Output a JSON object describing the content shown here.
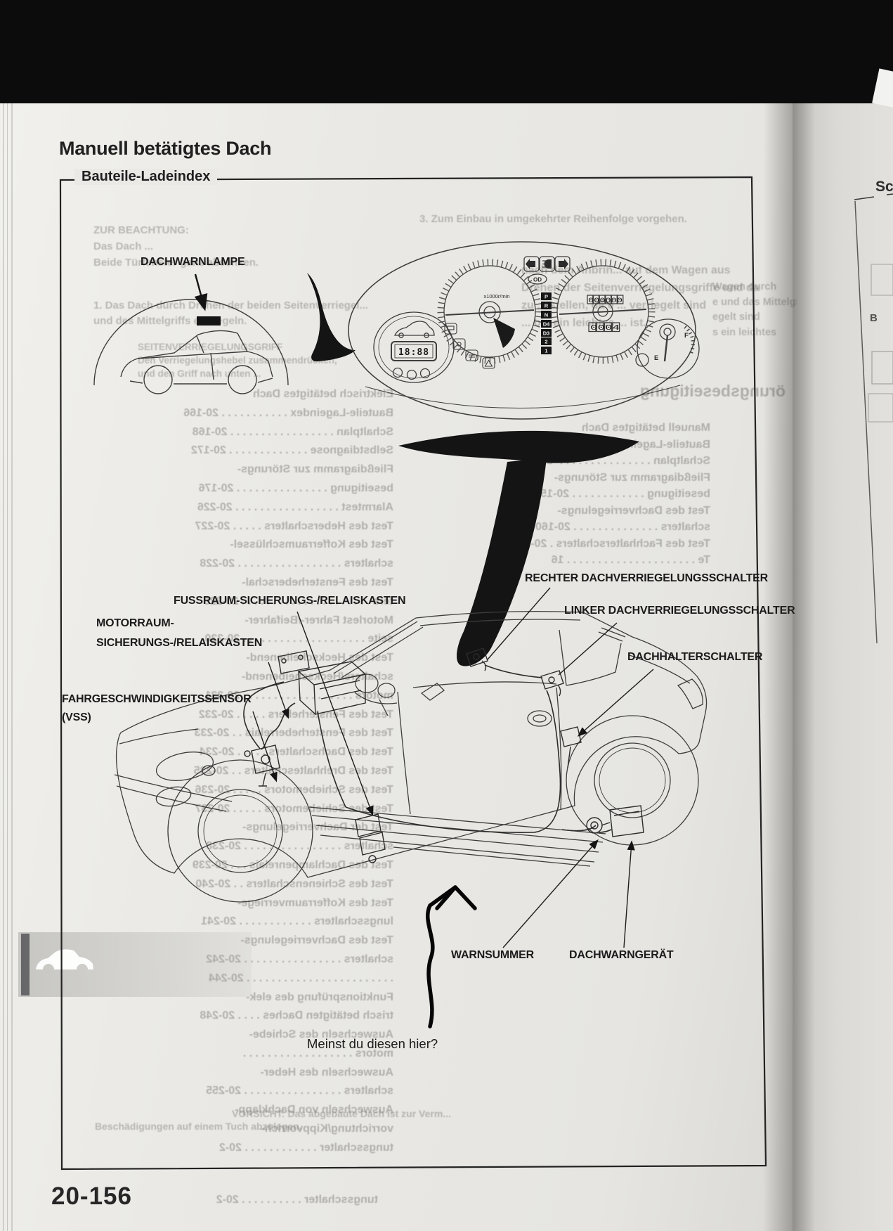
{
  "page": {
    "title": "Manuell betätigtes Dach",
    "figure_box_label": "Bauteile-Ladeindex",
    "page_number": "20-156",
    "annotation": "Meinst du diesen hier?"
  },
  "figure_labels": {
    "dachwarnlampe": "DACHWARNLAMPE",
    "fussraum": "FUSSRAUM-SICHERUNGS-/RELAISKASTEN",
    "motorraum_1": "MOTORRAUM-",
    "motorraum_2": "SICHERUNGS-/RELAISKASTEN",
    "vss_1": "FAHRGESCHWINDIGKEITSSENSOR",
    "vss_2": "(VSS)",
    "rechter": "RECHTER DACHVERRIEGELUNGSSCHALTER",
    "linker": "LINKER DACHVERRIEGELUNGSSCHALTER",
    "dachhalter": "DACHHALTERSCHALTER",
    "warnsummer": "WARNSUMMER",
    "dachwarngeraet": "DACHWARNGERÄT"
  },
  "cluster": {
    "tach_label": "x1000r/min",
    "gears": [
      "P",
      "R",
      "N",
      "D4",
      "D3",
      "2",
      "1"
    ],
    "od_badge": "OD",
    "odometer": "000000",
    "trip": "0004",
    "clock": "18:88",
    "fuel_full": "F",
    "fuel_empty": "E"
  },
  "faint": {
    "note_block": [
      "ZUR BEACHTUNG:",
      "Das Dach ...",
      "Beide Türfenster ganz absenken."
    ],
    "step1_block": [
      "1.   Das Dach durch Drehen der beiden Seitenverriegel...",
      "      und des Mittelgriffs entriegeln."
    ],
    "step3_block": [
      "3.   Zum Einbau in umgekehrter Reihenfolge vorgehen."
    ],
    "grip_block": [
      "SEITENVERRIEGELUNGSGRIFF",
      "Den Verriegelungshebel zusammendrücken,",
      "und den Griff nach unten ..."
    ],
    "cluster_block": [
      "nach dem Anbrin... auf dem Wagen aus",
      "Drehen der Seitenverriegelungsgriffe und das Mittelgri...",
      "zu ... stellen, da 0 ... verriegelt sind",
      "... bis ein leichtes ... ist."
    ],
    "margin_block": [
      "Wagen durch",
      "e und das Mittelgri",
      "egelt sind",
      "s  ein  leichtes"
    ],
    "caution_1": "VORSICHT: Das abgebaute Dach ist zur Verm...",
    "caution_2": "Beschädigungen auf einem Tuch abzulegen."
  },
  "bleed": {
    "heading": "örungsbeseitigung",
    "left": [
      "Elektrisch betätigtes Dach",
      "Bauteile-Lageindex . . . . . . . . . . . 20-166",
      "Schaltplan . . . . . . . . . . . . . . . . . 20-168",
      "Selbstdiagnose . . . . . . . . . . . . . 20-172",
      "Fließdiagramm zur Störungs-",
      "beseitigung . . . . . . . . . . . . . . . 20-176",
      "Alarmtest . . . . . . . . . . . . . . . . . 20-226",
      "Test des Heberschalters . . . . . 20-227",
      "Test des Kofferraumschlüssel-",
      "schalters . . . . . . . . . . . . . . . . . 20-228",
      "Test des Fensterheberschal-",
      "ters . . . . . . . . . . . . . . . . . . . . . 20-229",
      "Motorlest Fahrer-/Beifahrer-",
      "seite . . . . . . . . . . . . . . . . . . . . 20-230",
      "Test des Heckscheibenend-",
      "schalters/Heckscheibenend-",
      "motors . . . . . . . . . . . . . . . . . . 20-231",
      "Test des Fensterhebers . . . . . 20-232",
      "Test des Fensterheberrelais . . 20-233",
      "Test des Dachschalters . . . . . 20-234",
      "Test des Drehhalteschalters . . 20-235",
      "Test des Schiebemotors . . . . . 20-236",
      "Test des Schiebemotors . . . . . 20-237",
      "Test der Dachverriegelungs-",
      "schalters . . . . . . . . . . . . . . . . 20-238",
      "Test des Dachlampenrelais . . . 20-239",
      "Test des Schienenschalters . . 20-240",
      "Test des Kofferraumverriege-",
      "lungsschalters . . . . . . . . . . . . 20-241",
      "Test des Dachverriegelungs-",
      "schalters . . . . . . . . . . . . . . . . 20-242",
      ". . . . . . . . . . . . . . . . . . . . . . . . 20-244",
      "Funktionsprüfung des elek-",
      "trisch betätigten Daches . . . . 20-248",
      "Auswechseln des Schiebe-",
      "motors . . . . . . . . . . . . . . . . . .",
      "Auswechseln des Heber-",
      "schalters . . . . . . . . . . . . . . . . 20-255",
      "Auswechseln von Dachklapp-",
      "vorrichtung/Kippvorrich-",
      "tungsschalter . . . . . . . . . . . . 20-2"
    ],
    "right": [
      "Manuell betätigtes Dach",
      "Bauteile-Lageindex . . . . . . . . . . 156",
      "Schaltplan . . . . . . . . . . . . . . . -157",
      "Fließdiagramm zur Störungs-",
      "beseitigung . . . . . . . . . . . . 20-158",
      "Test des Dachverriegelungs-",
      "schalters . . . . . . . . . . . . . . 20-160",
      "Test des Fachhalterschalters . 20-162",
      "Te . . . . . . . . . . . . . . . . . . . . . 16"
    ],
    "bottom": "tungsschalter . . . . . . . . . . 20-2"
  },
  "next_page": {
    "heading_fragment": "Sc",
    "label_fragment": "B"
  }
}
